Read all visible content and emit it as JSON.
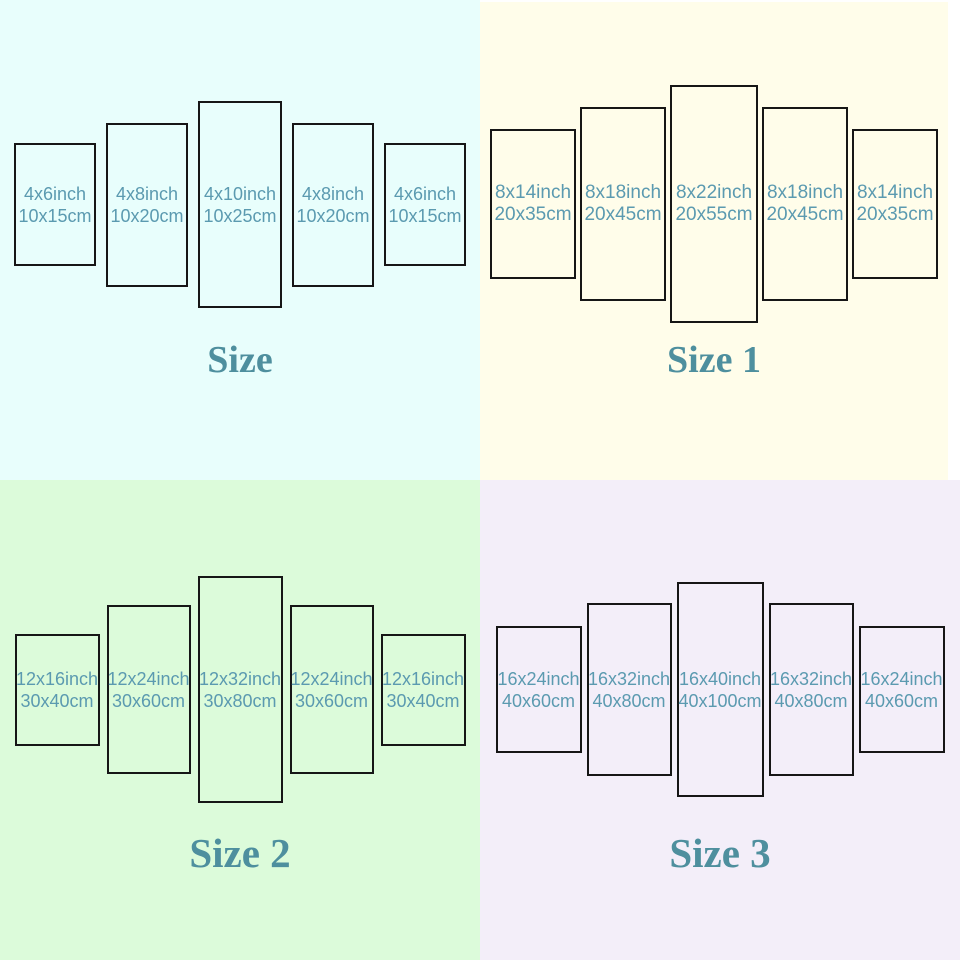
{
  "colors": {
    "page_background": "#ffffff",
    "panel_border": "#161616",
    "panel_text": "#5b9ab0",
    "title_text": "#4e8f9e"
  },
  "quadrants": [
    {
      "title": "Size",
      "background": "#e8fefc",
      "panels": [
        {
          "inch": "4x6inch",
          "cm": "10x15cm"
        },
        {
          "inch": "4x8inch",
          "cm": "10x20cm"
        },
        {
          "inch": "4x10inch",
          "cm": "10x25cm"
        },
        {
          "inch": "4x8inch",
          "cm": "10x20cm"
        },
        {
          "inch": "4x6inch",
          "cm": "10x15cm"
        }
      ]
    },
    {
      "title": "Size 1",
      "background": "#fffdea",
      "panels": [
        {
          "inch": "8x14inch",
          "cm": "20x35cm"
        },
        {
          "inch": "8x18inch",
          "cm": "20x45cm"
        },
        {
          "inch": "8x22inch",
          "cm": "20x55cm"
        },
        {
          "inch": "8x18inch",
          "cm": "20x45cm"
        },
        {
          "inch": "8x14inch",
          "cm": "20x35cm"
        }
      ]
    },
    {
      "title": "Size 2",
      "background": "#dcfbda",
      "panels": [
        {
          "inch": "12x16inch",
          "cm": "30x40cm"
        },
        {
          "inch": "12x24inch",
          "cm": "30x60cm"
        },
        {
          "inch": "12x32inch",
          "cm": "30x80cm"
        },
        {
          "inch": "12x24inch",
          "cm": "30x60cm"
        },
        {
          "inch": "12x16inch",
          "cm": "30x40cm"
        }
      ]
    },
    {
      "title": "Size 3",
      "background": "#f3eef9",
      "panels": [
        {
          "inch": "16x24inch",
          "cm": "40x60cm"
        },
        {
          "inch": "16x32inch",
          "cm": "40x80cm"
        },
        {
          "inch": "16x40inch",
          "cm": "40x100cm"
        },
        {
          "inch": "16x32inch",
          "cm": "40x80cm"
        },
        {
          "inch": "16x24inch",
          "cm": "40x60cm"
        }
      ]
    }
  ]
}
